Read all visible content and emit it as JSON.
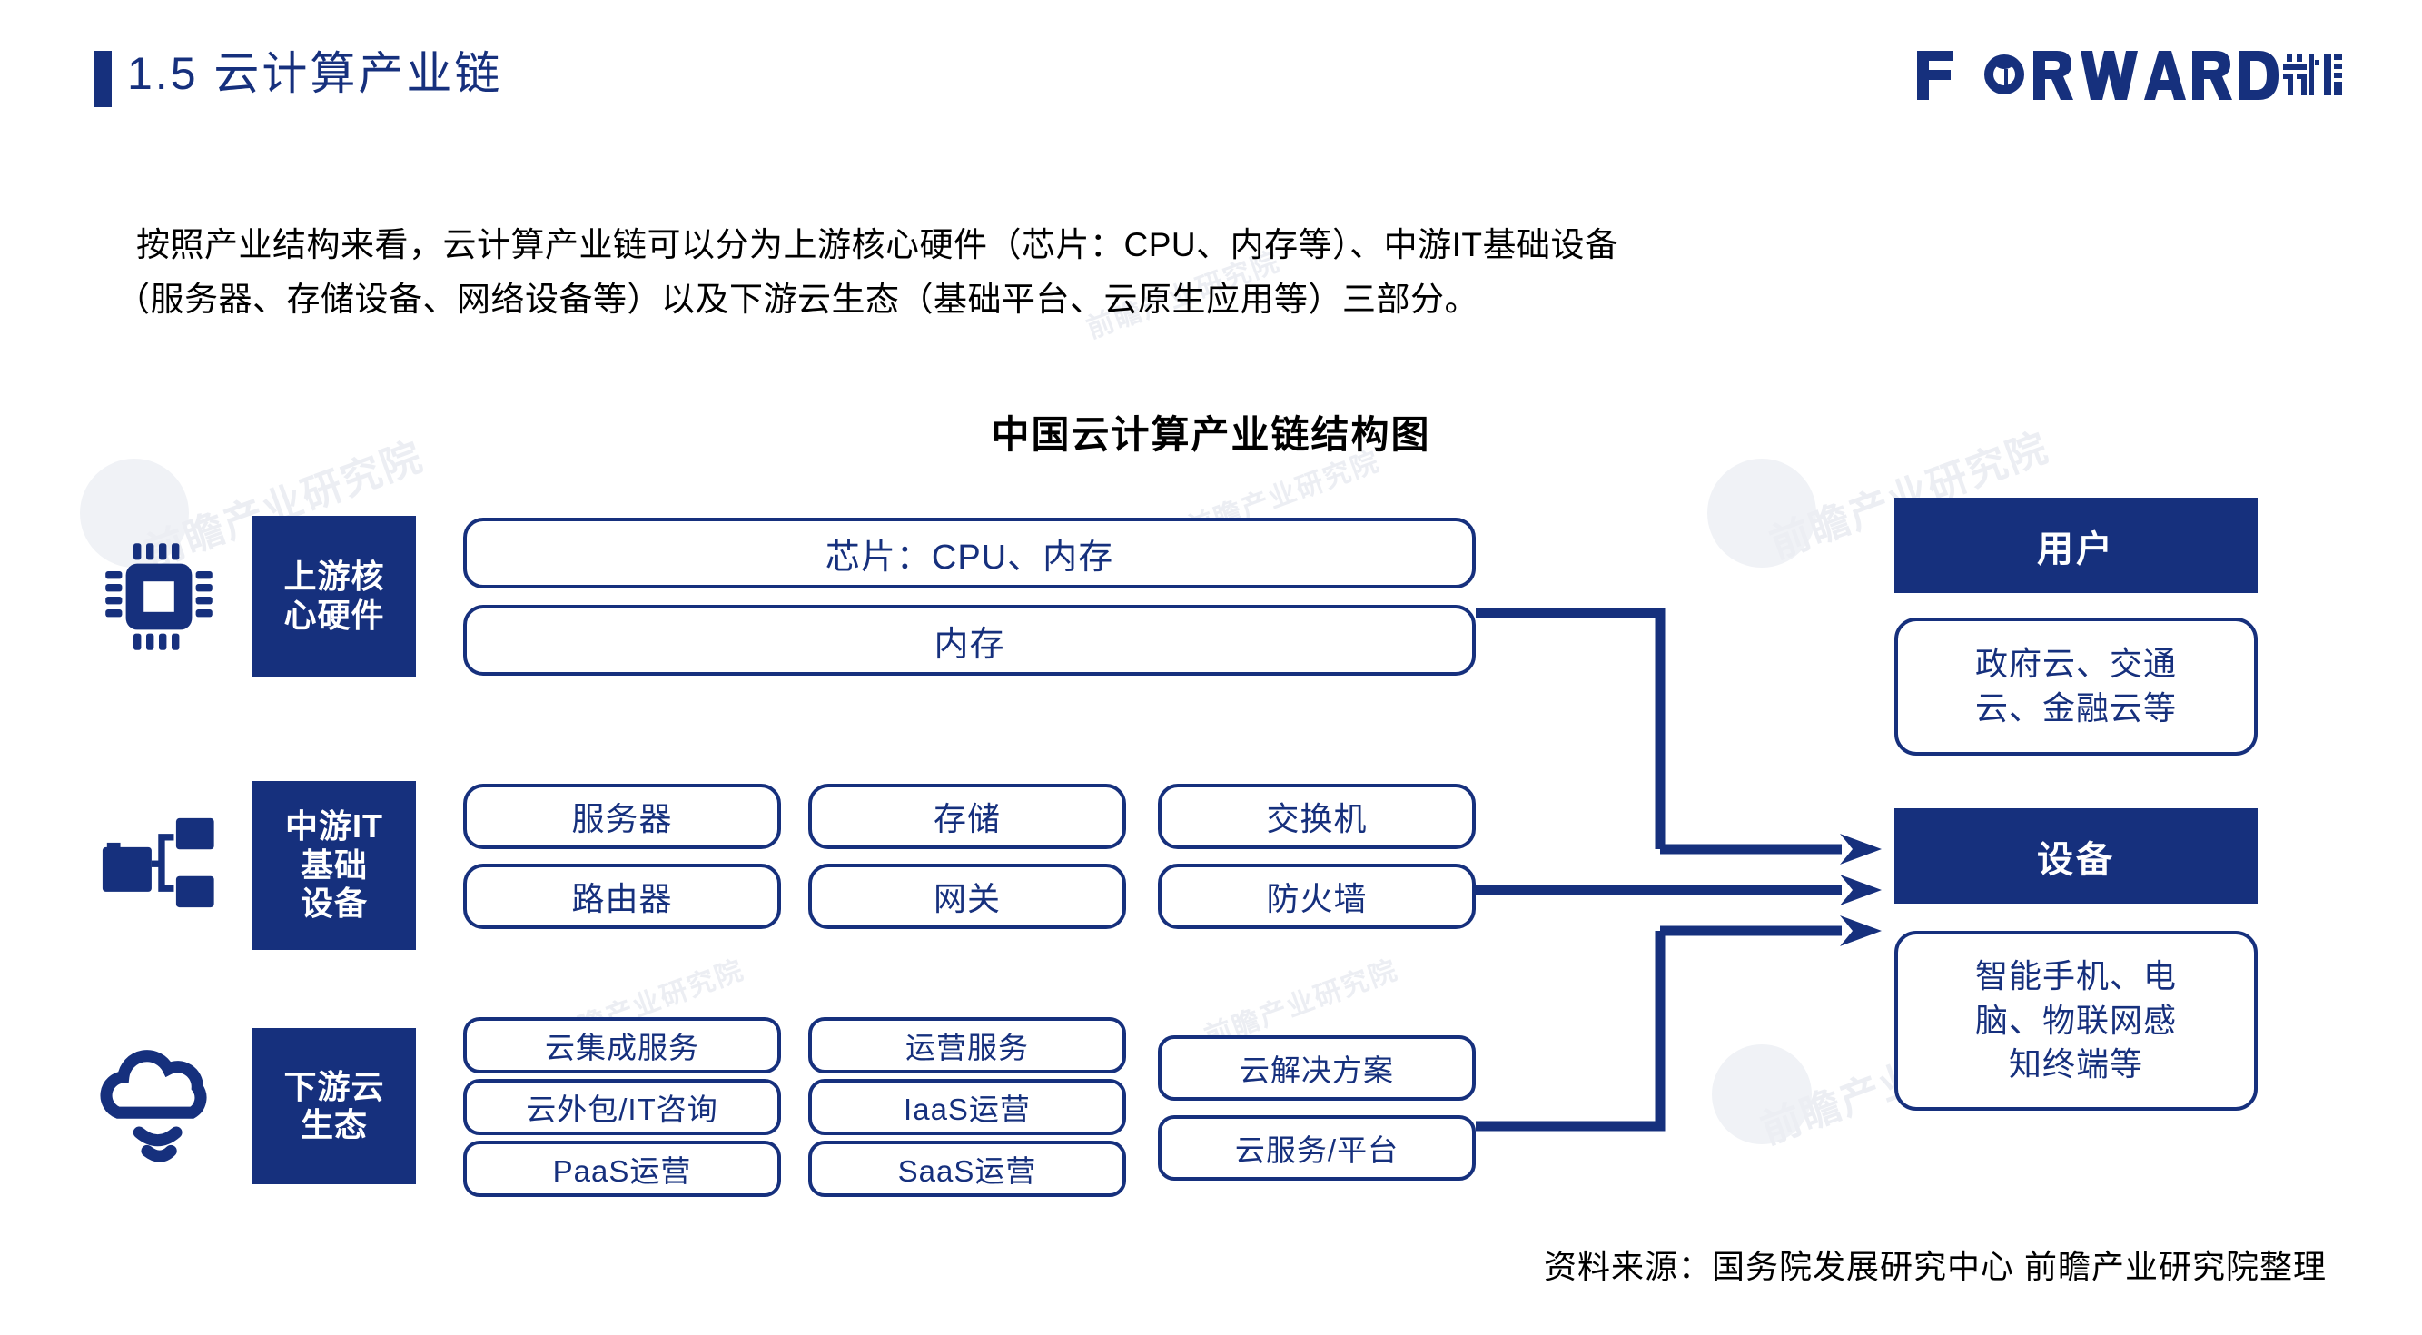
{
  "header": {
    "section_number": "1.5",
    "title": "1.5  云计算产业链",
    "logo_text": "FORWARD前瞻",
    "logo_en": "FORWARD",
    "logo_cn": "前瞻"
  },
  "intro": {
    "line1": "按照产业结构来看，云计算产业链可以分为上游核心硬件（芯片：CPU、内存等）、中游IT基础设备",
    "line2": "（服务器、存储设备、网络设备等）以及下游云生态（基础平台、云原生应用等）三部分。"
  },
  "chart_title": "中国云计算产业链结构图",
  "diagram": {
    "segments": [
      {
        "key": "upstream",
        "label": "上游核\n心硬件",
        "label_lines": [
          "上游核",
          "心硬件"
        ],
        "icon": "cpu-chip-icon",
        "columns": [
          {
            "items": [
              "芯片：CPU、内存",
              "内存"
            ]
          }
        ]
      },
      {
        "key": "midstream",
        "label": "中游IT\n基础\n设备",
        "label_lines": [
          "中游IT",
          "基础",
          "设备"
        ],
        "icon": "network-devices-icon",
        "columns": [
          {
            "items": [
              "服务器",
              "路由器"
            ]
          },
          {
            "items": [
              "存储",
              "网关"
            ]
          },
          {
            "items": [
              "交换机",
              "防火墙"
            ]
          }
        ]
      },
      {
        "key": "downstream",
        "label": "下游云\n生态",
        "label_lines": [
          "下游云",
          "生态"
        ],
        "icon": "cloud-icon",
        "columns": [
          {
            "items": [
              "云集成服务",
              "云外包/IT咨询",
              "PaaS运营"
            ]
          },
          {
            "items": [
              "运营服务",
              "IaaS运营",
              "SaaS运营"
            ]
          },
          {
            "items": [
              "云解决方案",
              "云服务/平台"
            ]
          }
        ]
      }
    ],
    "right_blocks": [
      {
        "key": "users",
        "head": "用户",
        "body": "政府云、交通\n云、金融云等",
        "body_lines": [
          "政府云、交通",
          "云、金融云等"
        ]
      },
      {
        "key": "devices",
        "head": "设备",
        "body": "智能手机、电\n脑、物联网感\n知终端等",
        "body_lines": [
          "智能手机、电",
          "脑、物联网感",
          "知终端等"
        ]
      }
    ]
  },
  "footer": "资料来源：国务院发展研究中心  前瞻产业研究院整理",
  "colors": {
    "brand_blue": "#16307d",
    "text_black": "#000000",
    "node_border": "#16307d",
    "background": "#ffffff",
    "watermark": "#eceef3"
  }
}
